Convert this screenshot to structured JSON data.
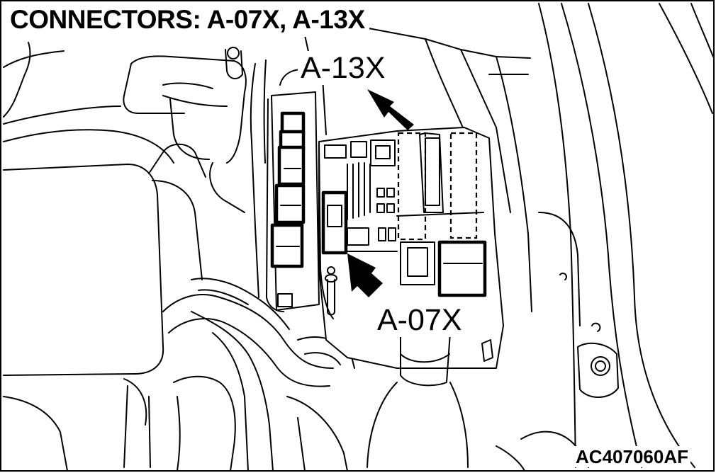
{
  "title": "CONNECTORS: A-07X, A-13X",
  "labels": {
    "a13x": "A-13X",
    "a07x": "A-07X"
  },
  "figure_code": "AC407060AF",
  "icons": [
    "arrow-a13x-icon",
    "arrow-a07x-icon"
  ],
  "colors": {
    "line": "#000000",
    "background": "#ffffff"
  }
}
